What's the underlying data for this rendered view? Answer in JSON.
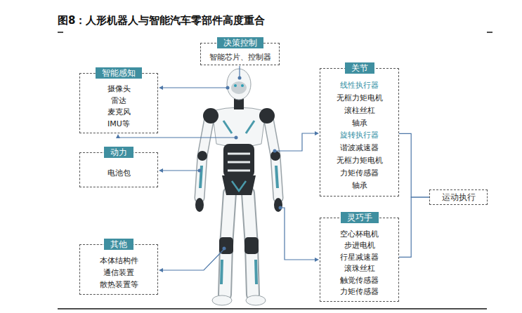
{
  "diagram": {
    "title": "图8：人形机器人与智能汽车零部件高度重合",
    "nodes": [
      {
        "text": [
          "决策控制",
          "智能芯片、控制器"
        ]
      },
      {
        "text": [
          "智能感知",
          "摄像头",
          "雷达",
          "麦克风",
          "IMU等"
        ]
      },
      {
        "text": [
          "关节",
          "线性执行器",
          "无框力矩电机",
          "滚柱丝杠",
          "轴承",
          "旋转执行器",
          "谐波减速器",
          "无框力矩电机",
          "力矩传感器",
          "轴承"
        ]
      },
      {
        "text": [
          "动力",
          "电池包"
        ]
      },
      {
        "text": [
          "运动执行"
        ]
      },
      {
        "text": [
          "灵巧手",
          "空心杯电机",
          "步进电机",
          "行星减速器",
          "滚珠丝杠",
          "触觉传感器",
          "力矩传感器"
        ]
      },
      {
        "text": [
          "其他",
          "本体结构件",
          "通信装置",
          "散热装置等"
        ]
      }
    ],
    "edges": [
      {
        "from": 2,
        "to": 4,
        "arrow": "none"
      },
      {
        "from": 5,
        "to": 4,
        "arrow": "none"
      }
    ]
  }
}
